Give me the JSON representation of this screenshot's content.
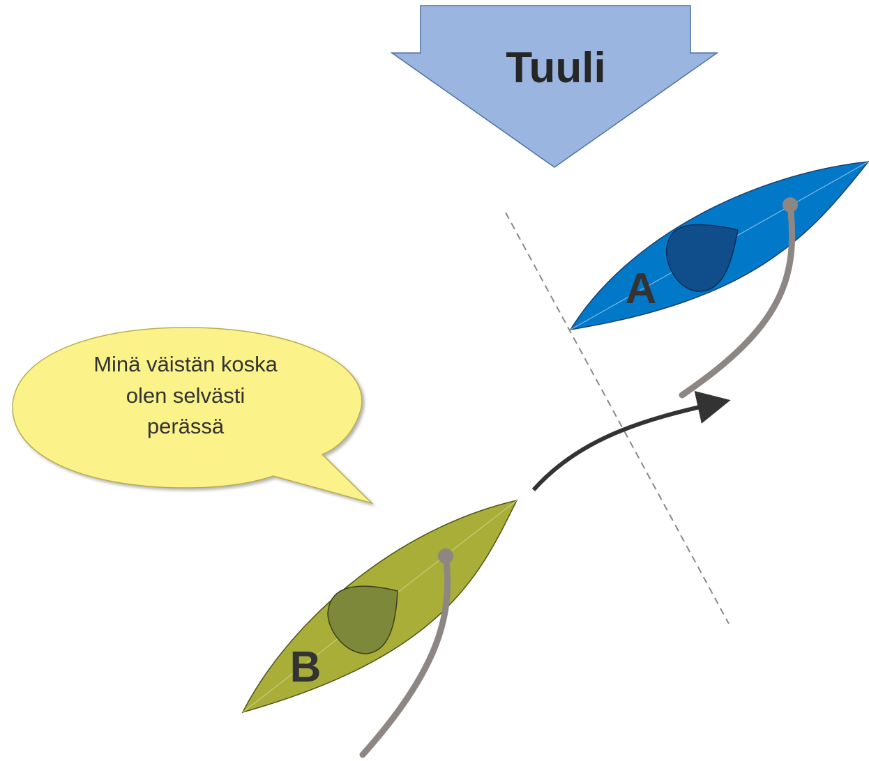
{
  "wind": {
    "label": "Tuuli"
  },
  "boats": [
    {
      "id": "A",
      "label": "A"
    },
    {
      "id": "B",
      "label": "B"
    }
  ],
  "speech_bubble": {
    "lines": [
      "Minä väistän koska",
      "olen selvästi",
      "perässä"
    ]
  },
  "colors": {
    "wind_arrow": "#9ab5e0",
    "boat_a_hull": "#0279c8",
    "boat_a_sail": "#104e8b",
    "boat_b_hull": "#a8ae38",
    "boat_b_sail": "#7d883b",
    "tiller": "#8e8683",
    "bubble": "#fbf28a",
    "course_arrow": "#333333",
    "overlap_line": "#888888"
  }
}
